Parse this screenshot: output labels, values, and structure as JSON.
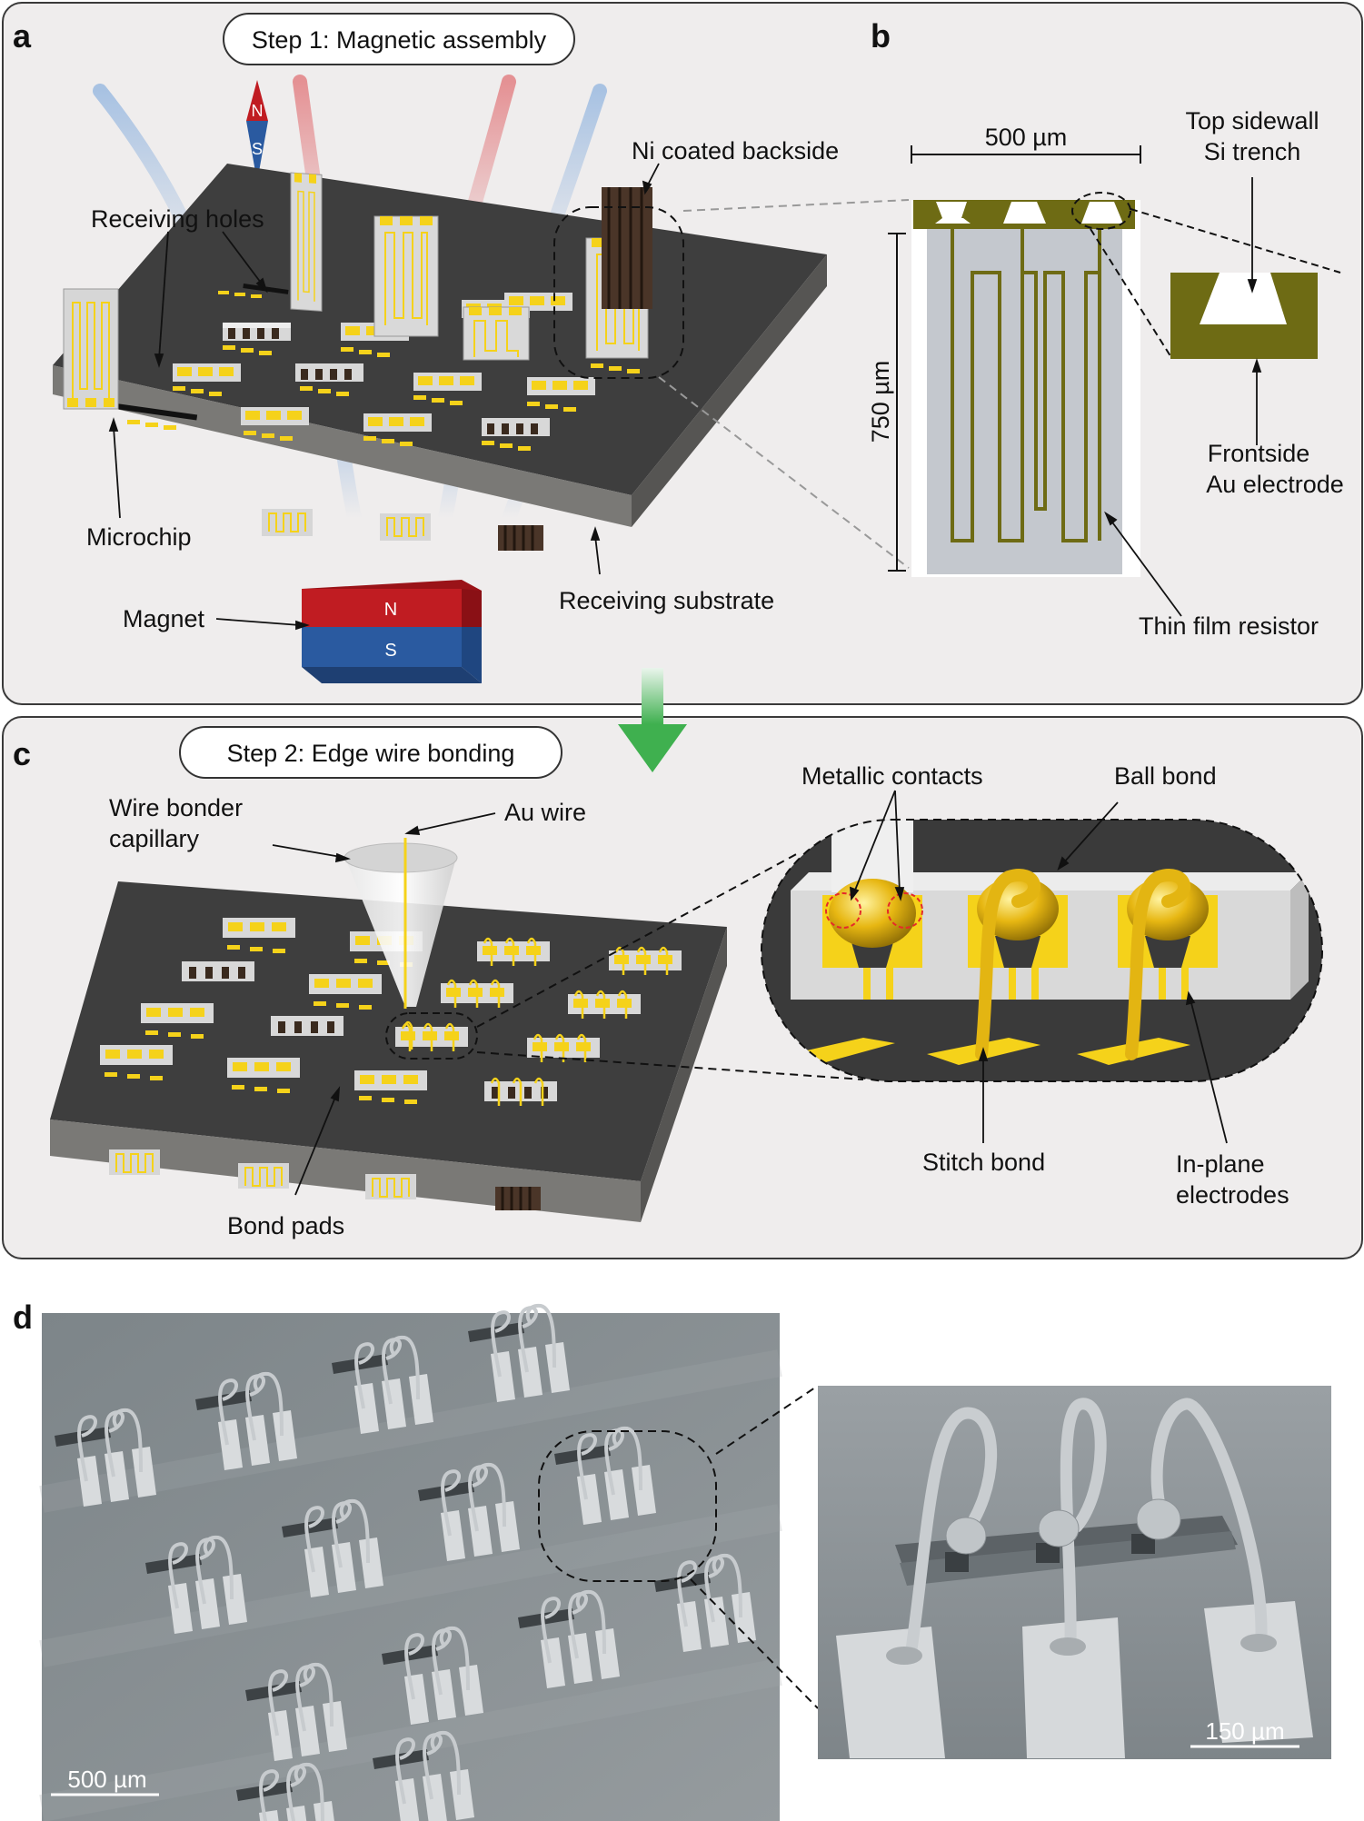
{
  "panels": {
    "a": {
      "letter": "a",
      "step": "Step 1: Magnetic assembly",
      "labels": {
        "receiving_holes": "Receiving holes",
        "ni_backside": "Ni coated backside",
        "microchip": "Microchip",
        "magnet": "Magnet",
        "receiving_substrate": "Receiving substrate",
        "compass_n": "N",
        "compass_s": "S",
        "magnet_n": "N",
        "magnet_s": "S"
      }
    },
    "b": {
      "letter": "b",
      "width_dim": "500 µm",
      "height_dim": "750 µm",
      "labels": {
        "top_sidewall_1": "Top sidewall",
        "top_sidewall_2": "Si trench",
        "frontside_1": "Frontside",
        "frontside_2": "Au electrode",
        "thin_film": "Thin film resistor"
      }
    },
    "c": {
      "letter": "c",
      "step": "Step 2: Edge wire bonding",
      "labels": {
        "capillary_1": "Wire bonder",
        "capillary_2": "capillary",
        "au_wire": "Au wire",
        "bond_pads": "Bond pads",
        "metallic_contacts": "Metallic contacts",
        "ball_bond": "Ball bond",
        "stitch_bond": "Stitch bond",
        "inplane_1": "In-plane",
        "inplane_2": "electrodes"
      }
    },
    "d": {
      "letter": "d",
      "scale_left": "500 µm",
      "scale_right": "150 µm"
    }
  },
  "colors": {
    "substrate_top": "#3e3e3e",
    "substrate_side": "#6b6a68",
    "gold": "#f5d21a",
    "olive": "#6e6b14",
    "resistor_fill": "#c4c8ce",
    "magnet_red": "#c01c22",
    "magnet_blue": "#2a5aa0",
    "arrow_green": "#3fb04f",
    "sem_gray": "#8a9094"
  }
}
